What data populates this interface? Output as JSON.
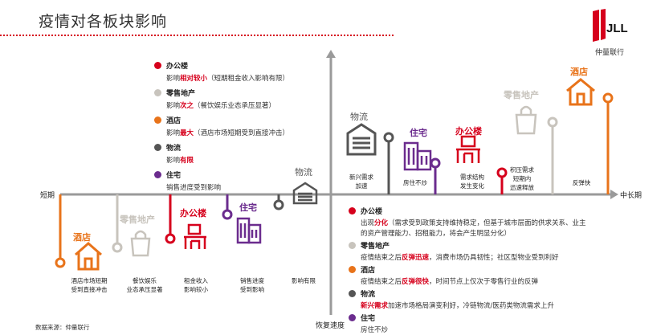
{
  "title": "疫情对各板块影响",
  "logo": {
    "text": "JLL",
    "subtitle": "仲量联行"
  },
  "colors": {
    "office": "#d6001c",
    "retail": "#c8c4bd",
    "hotel": "#e8731a",
    "logistics": "#555555",
    "residential": "#6b2c8e",
    "axis": "#9a9a9a"
  },
  "axis": {
    "left": "短期",
    "right": "中长期",
    "bottom": "恢复速度"
  },
  "legend_top": [
    {
      "name": "办公楼",
      "color": "#d6001c",
      "pre": "影响",
      "hl": "相对较小",
      "post": "（短期租金收入影响有限）"
    },
    {
      "name": "零售地产",
      "color": "#c8c4bd",
      "pre": "影响",
      "hl": "次之",
      "post": "（餐饮娱乐业态承压显著）"
    },
    {
      "name": "酒店",
      "color": "#e8731a",
      "pre": "影响",
      "hl": "最大",
      "post": "（酒店市场短期受到直接冲击）"
    },
    {
      "name": "物流",
      "color": "#555555",
      "pre": "影响",
      "hl": "有限",
      "post": ""
    },
    {
      "name": "住宅",
      "color": "#6b2c8e",
      "pre": "销售进度受到影响",
      "hl": "",
      "post": ""
    }
  ],
  "legend_bottom": [
    {
      "name": "办公楼",
      "color": "#d6001c",
      "line1_pre": "出现",
      "line1_hl": "分化",
      "line1_post": "（需求受到政策支持维持稳定，但基于城市层面的供求关系、业主",
      "line2": "的资产管理能力、招租能力，将会产生明显分化）"
    },
    {
      "name": "零售地产",
      "color": "#c8c4bd",
      "line1_pre": "疫情结束之后",
      "line1_hl": "反弹迅速",
      "line1_post": "，消费市场仍具韧性；社区型物业受到利好",
      "line2": ""
    },
    {
      "name": "酒店",
      "color": "#e8731a",
      "line1_pre": "疫情结束之后",
      "line1_hl": "反弹很快",
      "line1_post": "，时间节点上仅次于零售行业的反弹",
      "line2": ""
    },
    {
      "name": "物流",
      "color": "#555555",
      "line1_pre": "",
      "line1_hl": "新兴需求",
      "line1_post": "加速市场格局演变利好，冷链物流/医药类物流需求上升",
      "line2": ""
    },
    {
      "name": "住宅",
      "color": "#6b2c8e",
      "line1_pre": "房住不炒",
      "line1_hl": "",
      "line1_post": "",
      "line2": ""
    }
  ],
  "short_term": {
    "hotel": {
      "label": "酒店",
      "cap1": "酒店市场短期",
      "cap2": "受到直接冲击"
    },
    "retail": {
      "label": "零售地产",
      "cap1": "餐饮娱乐",
      "cap2": "业态承压显著"
    },
    "office": {
      "label": "办公楼",
      "cap1": "租金收入",
      "cap2": "影响较小"
    },
    "residential": {
      "label": "住宅",
      "cap1": "销售进度",
      "cap2": "受到影响"
    },
    "logistics": {
      "label": "物流",
      "cap1": "影响有限",
      "cap2": ""
    }
  },
  "long_term": {
    "logistics": {
      "label": "物流",
      "cap1": "新兴需求",
      "cap2": "加速"
    },
    "residential": {
      "label": "住宅",
      "cap1": "房住不炒",
      "cap2": ""
    },
    "office": {
      "label": "办公楼",
      "cap1": "需求结构",
      "cap2": "发生变化"
    },
    "pent": {
      "cap1": "积压需求",
      "cap2": "短期内",
      "cap3": "迅速释放"
    },
    "retail": {
      "label": "零售地产",
      "cap1": "反弹快",
      "cap2": ""
    },
    "hotel": {
      "label": "酒店",
      "cap1": "",
      "cap2": ""
    }
  },
  "source": "数据来源：仲量联行"
}
